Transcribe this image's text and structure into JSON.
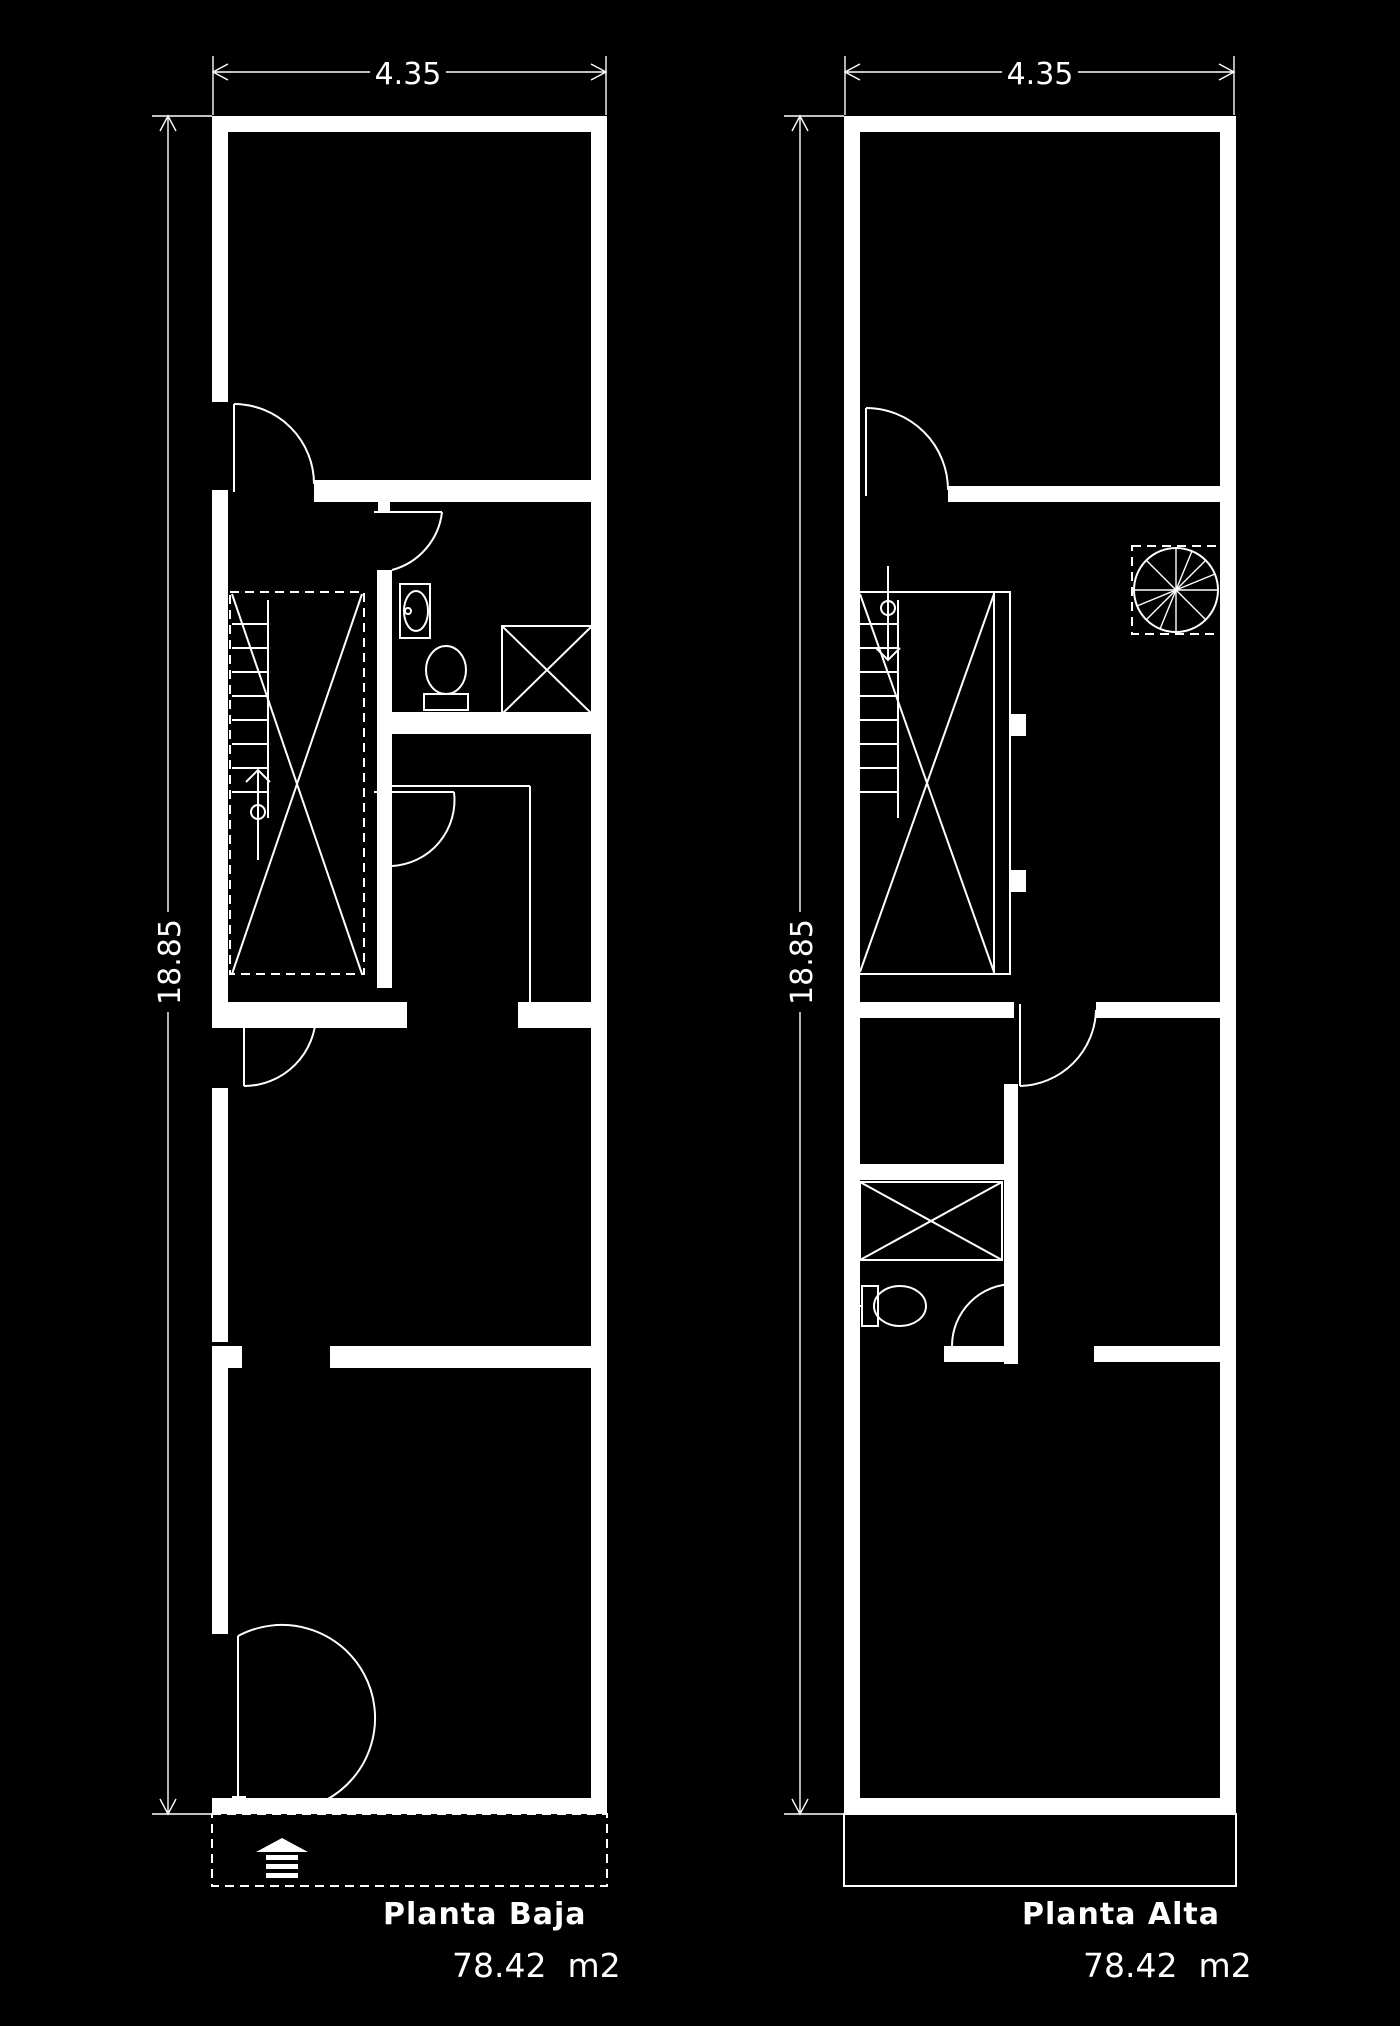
{
  "ground_floor": {
    "title": "Planta Baja",
    "area_value": "78.42",
    "area_unit": "m2",
    "width_dim": "4.35",
    "length_dim": "18.85"
  },
  "upper_floor": {
    "title": "Planta Alta",
    "area_value": "78.42",
    "area_unit": "m2",
    "width_dim": "4.35",
    "length_dim": "18.85"
  },
  "colors": {
    "background": "#000000",
    "lines": "#ffffff"
  }
}
